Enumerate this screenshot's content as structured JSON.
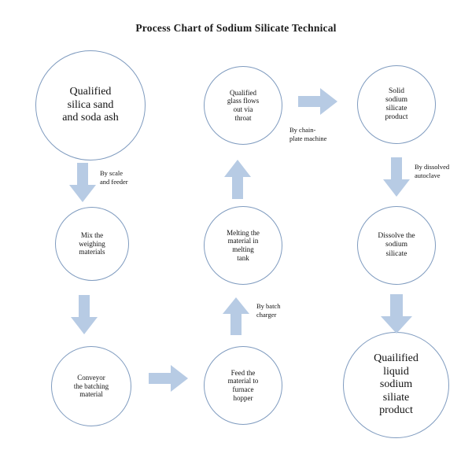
{
  "title": "Process Chart of Sodium Silicate Technical",
  "colors": {
    "arrow_fill": "#b7cbe4",
    "node_stroke": "#7f9bbf",
    "node_fill": "#ffffff",
    "text": "#111111",
    "title_text": "#1a1a1a"
  },
  "nodes": [
    {
      "id": "qualified-raw-materials",
      "text": "Qualified\nsilica sand\nand soda ash",
      "font_size": 14
    },
    {
      "id": "qualified-glass-flows",
      "text": "Qualified\nglass flows\nout via\nthroat",
      "font_size": 9
    },
    {
      "id": "solid-sodium-silicate",
      "text": "Solid\nsodium\nsilicate\nproduct",
      "font_size": 9.5
    },
    {
      "id": "mix-weighing-materials",
      "text": "Mix the\nweighing\nmaterials",
      "font_size": 9
    },
    {
      "id": "melting-material",
      "text": "Melting the\nmaterial in\nmelting\ntank",
      "font_size": 9
    },
    {
      "id": "dissolve-sodium-silicate",
      "text": "Dissolve the\nsodium\nsilicate",
      "font_size": 9.5
    },
    {
      "id": "conveyor-batching",
      "text": "Conveyor\nthe batching\nmaterial",
      "font_size": 9
    },
    {
      "id": "feed-furnace-hopper",
      "text": "Feed the\nmaterial to\nfurnace\nhopper",
      "font_size": 9
    },
    {
      "id": "qualified-liquid-product",
      "text": "Quailified\nliquid\nsodium\nsiliate\nproduct",
      "font_size": 14
    }
  ],
  "arrows": [
    {
      "id": "raw-to-mix",
      "direction": "down",
      "label": "By scale\nand feeder"
    },
    {
      "id": "mix-to-conveyor",
      "direction": "down",
      "label": ""
    },
    {
      "id": "conveyor-to-feed",
      "direction": "right",
      "label": ""
    },
    {
      "id": "feed-to-melting",
      "direction": "up",
      "label": "By batch\ncharger"
    },
    {
      "id": "melting-to-glass",
      "direction": "up",
      "label": ""
    },
    {
      "id": "glass-to-solid",
      "direction": "right",
      "label": "By chain-\nplate machine"
    },
    {
      "id": "solid-to-dissolve",
      "direction": "down",
      "label": "By dissolved\nautoclave"
    },
    {
      "id": "dissolve-to-liquid",
      "direction": "down",
      "label": ""
    }
  ]
}
